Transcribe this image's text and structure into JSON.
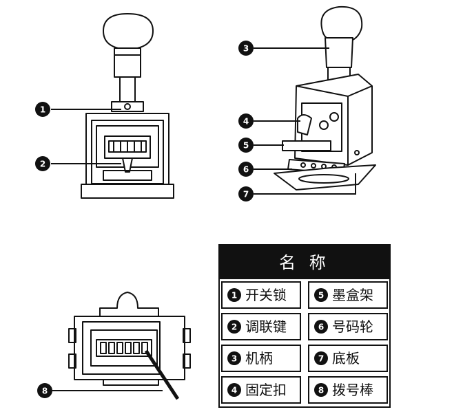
{
  "callouts": [
    "1",
    "2",
    "3",
    "4",
    "5",
    "6",
    "7",
    "8"
  ],
  "legend": {
    "title": "名 称",
    "items": [
      {
        "num": "1",
        "label": "开关锁"
      },
      {
        "num": "2",
        "label": "调联键"
      },
      {
        "num": "3",
        "label": "机柄"
      },
      {
        "num": "4",
        "label": "固定扣"
      },
      {
        "num": "5",
        "label": "墨盒架"
      },
      {
        "num": "6",
        "label": "号码轮"
      },
      {
        "num": "7",
        "label": "底板"
      },
      {
        "num": "8",
        "label": "拨号棒"
      }
    ]
  },
  "colors": {
    "line": "#111111",
    "legend_header_bg": "#111111",
    "legend_header_text": "#ffffff",
    "callout_fill": "#111111"
  }
}
